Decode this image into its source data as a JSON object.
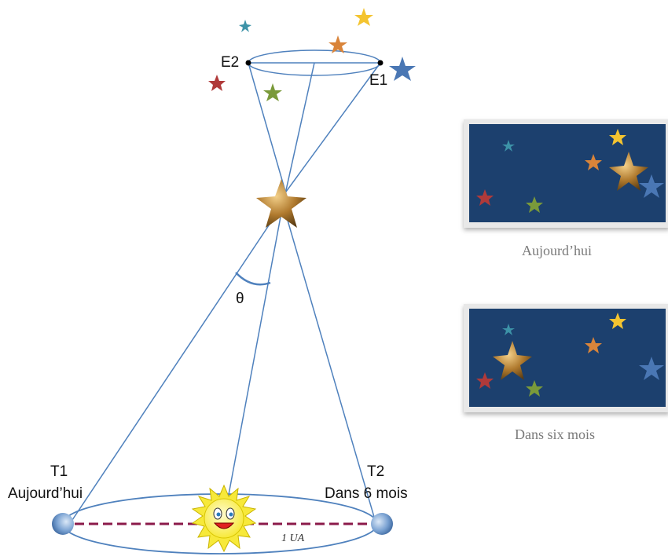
{
  "labels": {
    "e1": "E1",
    "e2": "E2",
    "t1": "T1",
    "t1_sub": "Aujourd’hui",
    "t2": "T2",
    "t2_sub": "Dans 6 mois",
    "theta": "θ",
    "distance": "1 UA"
  },
  "panels": [
    {
      "caption": "Aujourd’hui"
    },
    {
      "caption": "Dans six mois"
    }
  ],
  "colors": {
    "line": "#4f81bd",
    "sky": "#1f3f6e",
    "dash": "#8b1a4a",
    "caption": "#7a7a7a"
  }
}
